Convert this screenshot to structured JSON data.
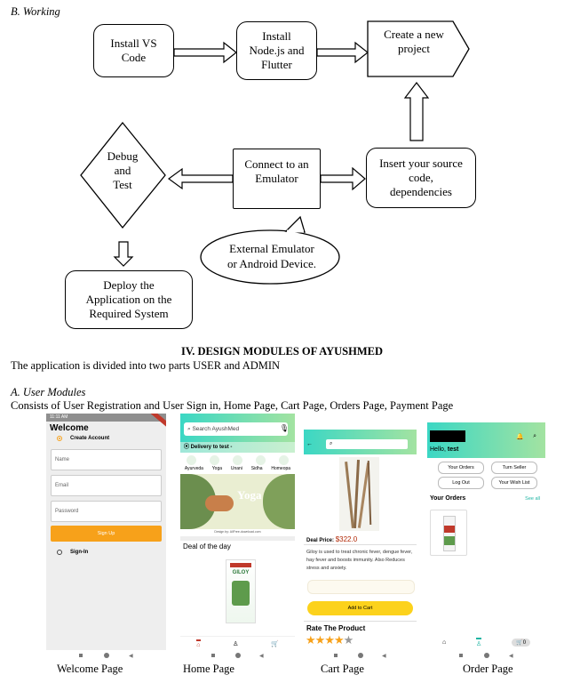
{
  "section_heading": "B.   Working",
  "flow": {
    "install_vscode": "Install VS\nCode",
    "install_node": "Install\nNode.js and\nFlutter",
    "create_project": "Create a new\nproject",
    "insert_source": "Insert your source\ncode,\ndependencies",
    "connect_emulator": "Connect to an\nEmulator",
    "debug_test": "Debug\nand\nTest",
    "external_emulator": "External Emulator\nor Android Device.",
    "deploy": "Deploy the\nApplication on the\nRequired System"
  },
  "design_heading": "IV.  DESIGN MODULES OF AYUSHMED",
  "intro_text": "The application is divided into two parts USER and ADMIN",
  "user_modules_heading": "A.    User Modules",
  "user_modules_text": "Consists of User Registration and User Sign in, Home Page, Cart Page, Orders Page, Payment Page",
  "welcome_page": {
    "status_time": "11:11 AM",
    "title": "Welcome",
    "create_account": "Create Account",
    "name_placeholder": "Name",
    "email_placeholder": "Email",
    "password_placeholder": "Password",
    "signup_button": "Sign Up",
    "signin_label": "Sign-In",
    "caption": "Welcome Page"
  },
  "home_page": {
    "search_placeholder": "Search AyushMed",
    "delivery": "Delivery to test -",
    "categories": [
      "Ayurveda",
      "Yoga",
      "Unani",
      "Sidha",
      "Homeopa"
    ],
    "banner_text": "Yoga",
    "banner_credit": "Design by: AllFree-download.com",
    "deal_heading": "Deal of the day",
    "product_name": "GILOY",
    "caption": "Home Page"
  },
  "cart_page": {
    "deal_price_label": "Deal Price:",
    "deal_price": "$322.0",
    "description": "Giloy is used to treat chronic fever, dengue fever, hay fever and boosts immunity. Also Reduces stress and anxiety.",
    "add_to_cart": "Add to Cart",
    "rate_heading": "Rate The Product",
    "rating": 4,
    "rating_max": 5,
    "caption": "Cart Page"
  },
  "order_page": {
    "greeting_prefix": "Hello,",
    "greeting_name": "test",
    "buttons": [
      "Your Orders",
      "Turn Seller",
      "Log Out",
      "Your Wish List"
    ],
    "orders_heading": "Your Orders",
    "see_all": "See all",
    "cart_count": "0",
    "caption": "Order Page"
  },
  "colors": {
    "accent_orange": "#f7a11a",
    "teal": "#1fb5a3",
    "amazon_yellow": "#fcd21c",
    "price_red": "#b12704"
  }
}
